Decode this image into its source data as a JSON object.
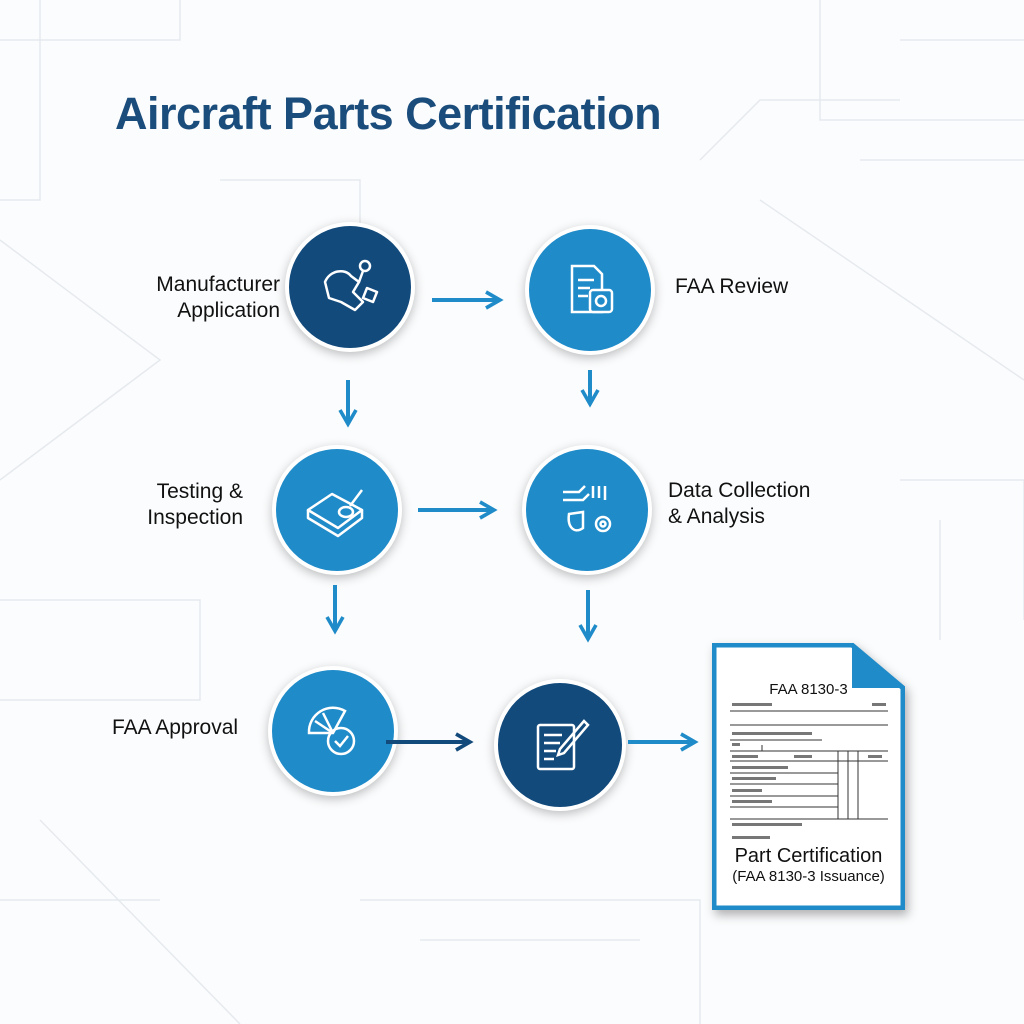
{
  "title": "Aircraft Parts Certification",
  "steps": [
    {
      "label_line1": "Manufacturer",
      "label_line2": "Application",
      "icon": "hand-stamp-icon"
    },
    {
      "label_line1": "FAA Review",
      "icon": "document-review-icon"
    },
    {
      "label_line1": "Testing &",
      "label_line2": "Inspection",
      "icon": "part-inspection-icon"
    },
    {
      "label_line1": "Data Collection",
      "label_line2": "& Analysis",
      "icon": "data-analysis-icon"
    },
    {
      "label_line1": "FAA Approval",
      "icon": "approval-gauge-icon"
    },
    {
      "icon": "document-sign-icon"
    }
  ],
  "document": {
    "form_title": "FAA 8130-3",
    "caption_line1": "Part Certification",
    "caption_line2": "(FAA 8130-3 Issuance)"
  },
  "colors": {
    "dark": "#124a7c",
    "light": "#1f8bc9",
    "title": "#1a4c7c"
  }
}
